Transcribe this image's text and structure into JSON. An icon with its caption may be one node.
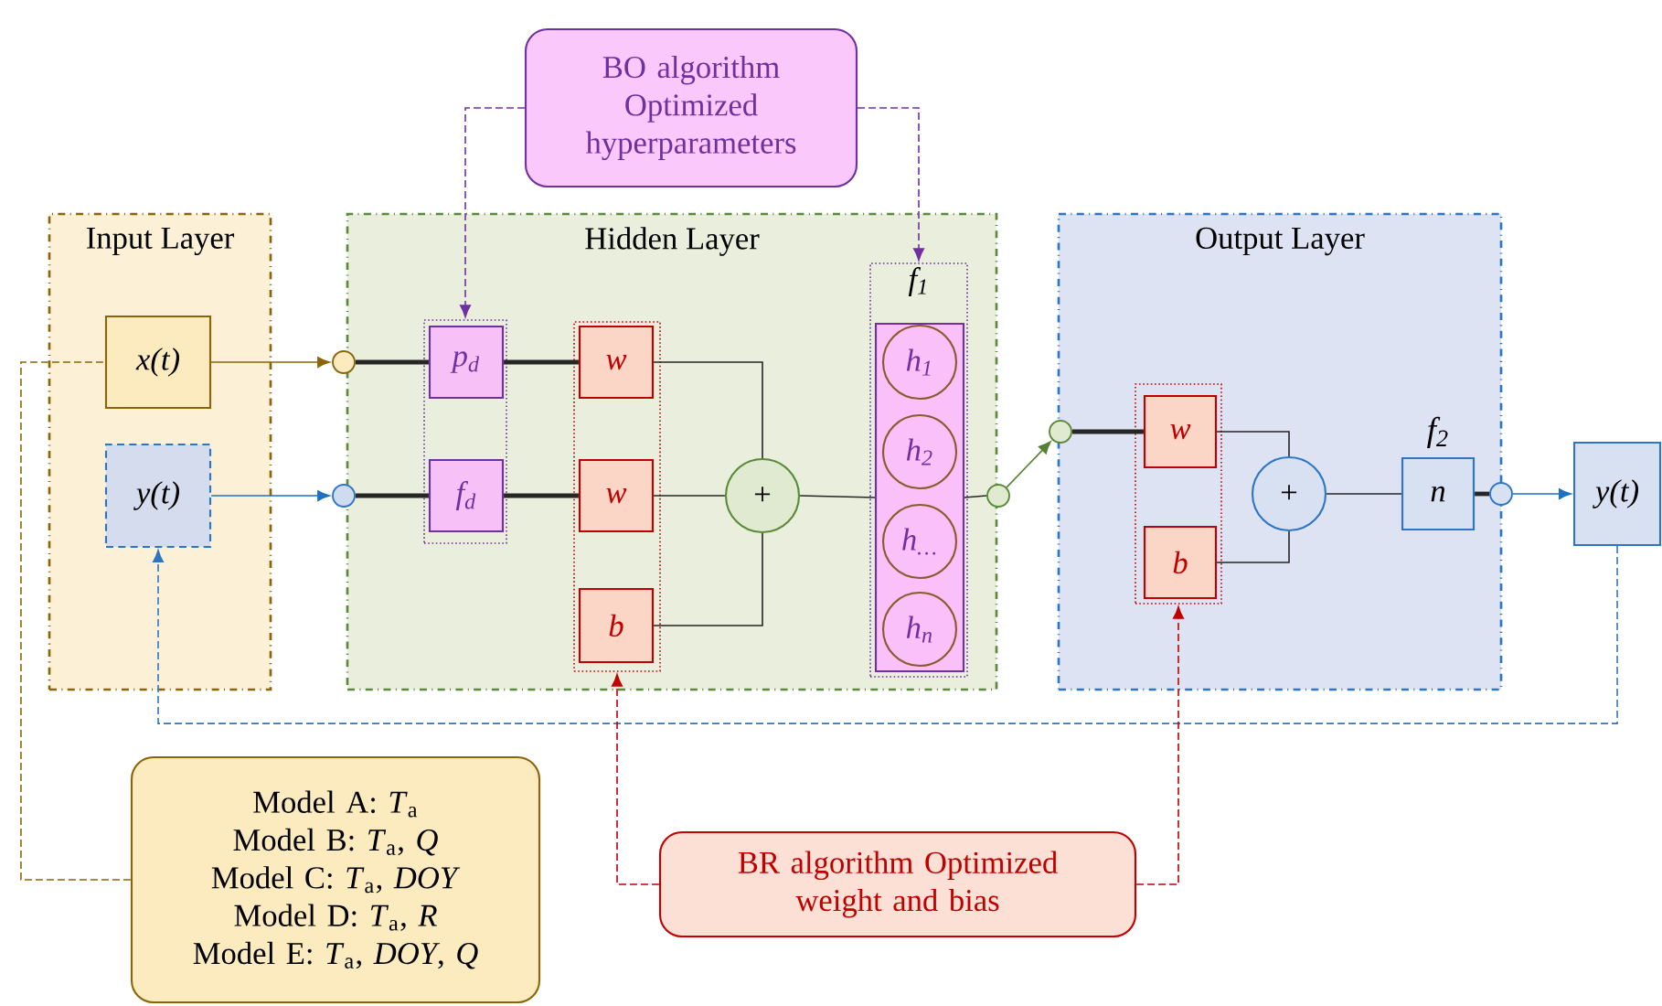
{
  "diagram": {
    "nodes": [
      {
        "text": [
          "BO algorithm Optimized hyperparameters"
        ]
      },
      {
        "text": [
          "Input Layer"
        ]
      },
      {
        "text": [
          "x(t)"
        ],
        "in": 1
      },
      {
        "text": [
          "y(t)"
        ],
        "in": 1
      },
      {
        "text": [
          "Hidden Layer"
        ]
      },
      {
        "text": [],
        "shape": "circle"
      },
      {
        "text": [],
        "shape": "circle"
      },
      {
        "text": [],
        "shape": "box",
        "in": 4
      },
      {
        "text": [
          "p$_{d}$"
        ],
        "in": 7
      },
      {
        "text": [
          "f$_{d}$"
        ],
        "in": 7
      },
      {
        "text": [],
        "shape": "box",
        "in": 4
      },
      {
        "text": [
          "w"
        ],
        "in": 10
      },
      {
        "text": [
          "w"
        ],
        "in": 10
      },
      {
        "text": [
          "b"
        ],
        "in": 10
      },
      {
        "text": [
          "+"
        ],
        "in": 4
      },
      {
        "text": [
          "f$_{1}$"
        ],
        "in": 4
      },
      {
        "text": [],
        "shape": "box",
        "in": 15
      },
      {
        "text": [
          "h$_{1}$"
        ],
        "in": 16
      },
      {
        "text": [
          "h$_{2}$"
        ],
        "in": 16
      },
      {
        "text": [
          "h$_{…}$"
        ],
        "in": 16
      },
      {
        "text": [
          "h$_{n}$"
        ],
        "in": 16
      },
      {
        "text": [],
        "shape": "circle"
      },
      {
        "text": [
          "Output Layer"
        ]
      },
      {
        "text": [],
        "shape": "circle"
      },
      {
        "text": [],
        "shape": "box",
        "in": 22
      },
      {
        "text": [
          "w"
        ],
        "in": 24
      },
      {
        "text": [
          "b"
        ],
        "in": 24
      },
      {
        "text": [
          "+"
        ],
        "in": 22
      },
      {
        "text": [
          "n"
        ],
        "in": 22,
        "beside": [
          "f$_{2}$"
        ]
      },
      {
        "text": [],
        "shape": "circle"
      },
      {
        "text": [
          "y(t)"
        ]
      },
      {
        "text": [
          "Model A: *T*$_{a}$",
          "Model B: *T*$_{a}$, *Q*",
          "Model C: *T*$_{a}$, *DOY*",
          "Model D: *T*$_{a}$, *R*",
          "Model E: *T*$_{a}$, *DOY*, *Q*"
        ]
      },
      {
        "text": [
          "BR algorithm Optimized weight and bias"
        ]
      }
    ],
    "edges": [
      {
        "from": 0,
        "to": 7,
        "arrow": "to",
        "style": "dashed",
        "color": "#7030a0"
      },
      {
        "from": 0,
        "to": 15,
        "arrow": "to",
        "style": "dashed",
        "color": "#7030a0"
      },
      {
        "from": 2,
        "to": 5,
        "arrow": "to",
        "color": "#8b6508"
      },
      {
        "from": 3,
        "to": 6,
        "arrow": "to",
        "color": "#1f6fc5"
      },
      {
        "from": 5,
        "to": 8,
        "arrow": "none",
        "style": "thick"
      },
      {
        "from": 8,
        "to": 11,
        "arrow": "none",
        "style": "thick"
      },
      {
        "from": 6,
        "to": 9,
        "arrow": "none",
        "style": "thick"
      },
      {
        "from": 9,
        "to": 12,
        "arrow": "none",
        "style": "thick"
      },
      {
        "from": 11,
        "to": 14,
        "arrow": "none"
      },
      {
        "from": 12,
        "to": 14,
        "arrow": "none"
      },
      {
        "from": 13,
        "to": 14,
        "arrow": "none"
      },
      {
        "from": 14,
        "to": 16,
        "arrow": "none"
      },
      {
        "from": 16,
        "to": 21,
        "arrow": "none"
      },
      {
        "from": 21,
        "to": 23,
        "arrow": "to",
        "color": "#548235"
      },
      {
        "from": 23,
        "to": 25,
        "arrow": "none",
        "style": "thick"
      },
      {
        "from": 25,
        "to": 27,
        "arrow": "none"
      },
      {
        "from": 26,
        "to": 27,
        "arrow": "none"
      },
      {
        "from": 27,
        "to": 28,
        "arrow": "none"
      },
      {
        "from": 28,
        "to": 29,
        "arrow": "none",
        "style": "thick"
      },
      {
        "from": 29,
        "to": 30,
        "arrow": "to",
        "color": "#1f6fc5"
      },
      {
        "from": 30,
        "to": 3,
        "arrow": "to",
        "style": "dashed",
        "color": "#2f75c6"
      },
      {
        "from": 31,
        "to": 2,
        "arrow": "none",
        "style": "dashed",
        "color": "#8b6508"
      },
      {
        "from": 32,
        "to": 10,
        "arrow": "to",
        "style": "dashed",
        "color": "#c00000"
      },
      {
        "from": 32,
        "to": 24,
        "arrow": "to",
        "style": "dashed",
        "color": "#c00000"
      }
    ]
  }
}
